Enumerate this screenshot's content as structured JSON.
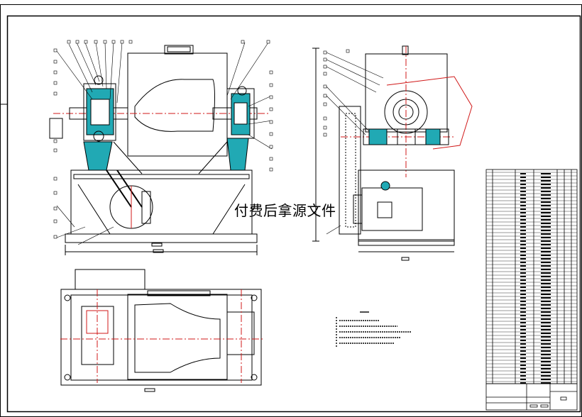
{
  "watermark": {
    "text": "付费后拿源文件"
  },
  "colors": {
    "line": "#000000",
    "center_line": "#d01818",
    "section_fill": "#21a9b4",
    "paper": "#ffffff"
  },
  "views": [
    "front-elevation",
    "side-elevation",
    "top-plan"
  ],
  "title_block": {
    "present": true,
    "position": "bottom-right"
  },
  "parts_list": {
    "present": true,
    "position": "right"
  }
}
